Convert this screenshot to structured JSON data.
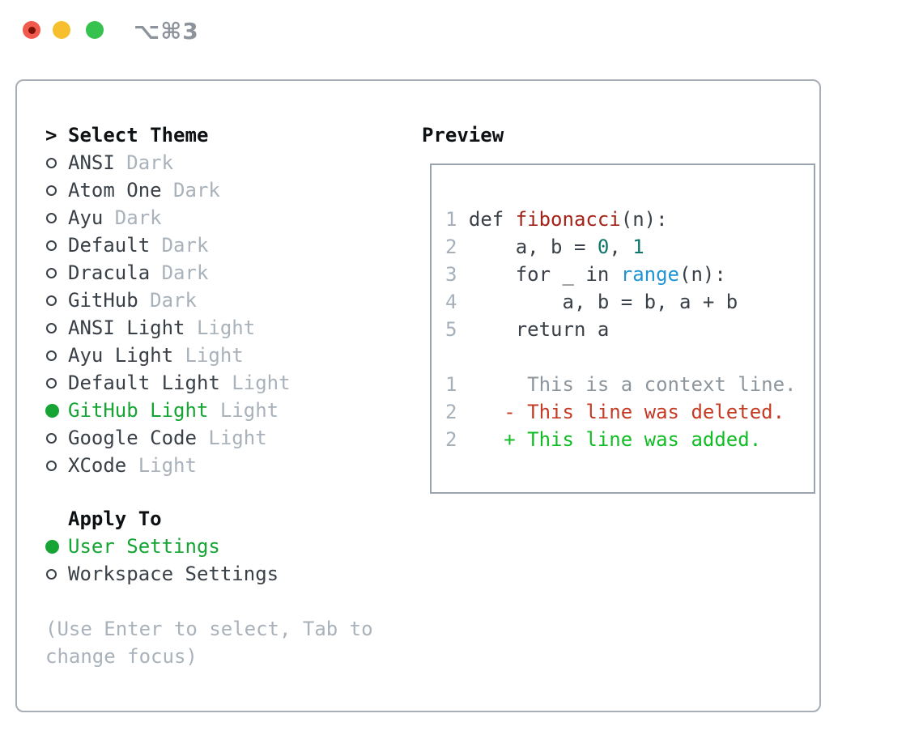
{
  "window": {
    "title": "⌥⌘3",
    "traffic_lights": [
      "close",
      "minimize",
      "zoom"
    ]
  },
  "theme_picker": {
    "header": "Select Theme",
    "header_marker": ">",
    "items": [
      {
        "name": "ANSI",
        "variant": "Dark",
        "selected": false
      },
      {
        "name": "Atom One",
        "variant": "Dark",
        "selected": false
      },
      {
        "name": "Ayu",
        "variant": "Dark",
        "selected": false
      },
      {
        "name": "Default",
        "variant": "Dark",
        "selected": false
      },
      {
        "name": "Dracula",
        "variant": "Dark",
        "selected": false
      },
      {
        "name": "GitHub",
        "variant": "Dark",
        "selected": false
      },
      {
        "name": "ANSI Light",
        "variant": "Light",
        "selected": false
      },
      {
        "name": "Ayu Light",
        "variant": "Light",
        "selected": false
      },
      {
        "name": "Default Light",
        "variant": "Light",
        "selected": false
      },
      {
        "name": "GitHub Light",
        "variant": "Light",
        "selected": true
      },
      {
        "name": "Google Code",
        "variant": "Light",
        "selected": false
      },
      {
        "name": "XCode",
        "variant": "Light",
        "selected": false
      }
    ],
    "apply_to": {
      "header": "Apply To",
      "options": [
        {
          "name": "User Settings",
          "selected": true
        },
        {
          "name": "Workspace Settings",
          "selected": false
        }
      ]
    },
    "hint_lines": [
      "(Use Enter to select, Tab to",
      "change focus)"
    ]
  },
  "preview": {
    "header": "Preview",
    "lines": [
      {
        "segments": [
          {
            "style": "line_number",
            "text": "1 "
          },
          {
            "style": "default",
            "text": "def "
          },
          {
            "style": "function",
            "text": "fibonacci"
          },
          {
            "style": "default",
            "text": "(n):"
          }
        ]
      },
      {
        "segments": [
          {
            "style": "line_number",
            "text": "2 "
          },
          {
            "style": "default",
            "text": "    a, b = "
          },
          {
            "style": "number",
            "text": "0"
          },
          {
            "style": "default",
            "text": ", "
          },
          {
            "style": "number",
            "text": "1"
          }
        ]
      },
      {
        "segments": [
          {
            "style": "line_number",
            "text": "3 "
          },
          {
            "style": "default",
            "text": "    for _ in "
          },
          {
            "style": "builtin",
            "text": "range"
          },
          {
            "style": "default",
            "text": "(n):"
          }
        ]
      },
      {
        "segments": [
          {
            "style": "line_number",
            "text": "4 "
          },
          {
            "style": "default",
            "text": "        a, b = b, a + b"
          }
        ]
      },
      {
        "segments": [
          {
            "style": "line_number",
            "text": "5 "
          },
          {
            "style": "default",
            "text": "    return a"
          }
        ]
      },
      {
        "segments": []
      },
      {
        "segments": [
          {
            "style": "line_number",
            "text": "1 "
          },
          {
            "style": "context",
            "text": "     This is a context line."
          }
        ]
      },
      {
        "segments": [
          {
            "style": "line_number",
            "text": "2 "
          },
          {
            "style": "deleted",
            "text": "   - This line was deleted."
          }
        ]
      },
      {
        "segments": [
          {
            "style": "line_number",
            "text": "2 "
          },
          {
            "style": "added",
            "text": "   + This line was added."
          }
        ]
      }
    ]
  },
  "colors": {
    "traffic_red": "#f25a4d",
    "traffic_red_dot": "#7c1206",
    "traffic_yellow": "#f7bf2d",
    "traffic_green": "#36c24f",
    "title_gray": "#8d939b",
    "border_panel": "#a7aeb6",
    "border_preview": "#9ba4ac",
    "text_header": "#0e1114",
    "text_dark": "#3a4047",
    "text_muted": "#a9b2bb",
    "green_selected": "#16a534",
    "code": {
      "line_number": "#a6b0ba",
      "default": "#3a4047",
      "function": "#a32318",
      "number": "#0e756b",
      "builtin": "#2095d2",
      "context": "#8d959d",
      "deleted": "#c43a24",
      "added": "#12bc25"
    }
  }
}
